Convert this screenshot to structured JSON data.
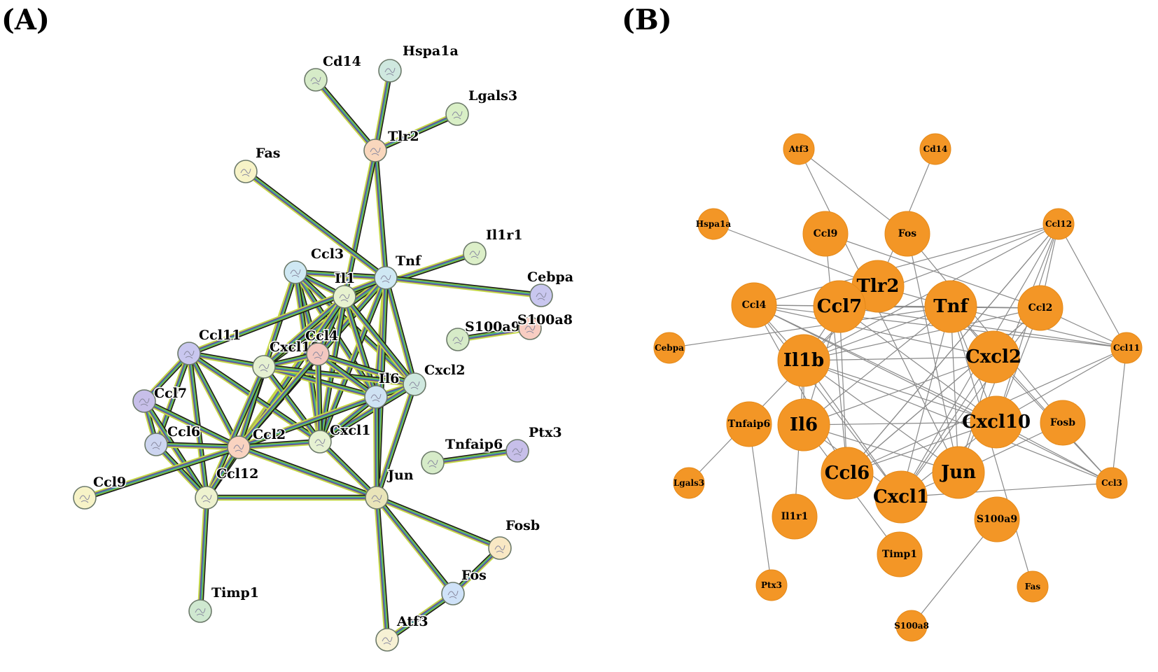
{
  "panels": [
    {
      "id": "A",
      "label": "(A)"
    },
    {
      "id": "B",
      "label": "(B)"
    }
  ],
  "string_network": {
    "nodes": [
      {
        "id": "Cd14",
        "color": "#d6ebc8"
      },
      {
        "id": "Hspa1a",
        "color": "#cfe8df"
      },
      {
        "id": "Lgals3",
        "color": "#d9efc6"
      },
      {
        "id": "Tlr2",
        "color": "#f9d7bd"
      },
      {
        "id": "Fas",
        "color": "#f7f3c7"
      },
      {
        "id": "Il1r1",
        "color": "#dcefc8"
      },
      {
        "id": "Tnf",
        "color": "#cfe8f3"
      },
      {
        "id": "Ccl3",
        "color": "#cfe8f3"
      },
      {
        "id": "Il1b",
        "label": "Il1",
        "color": "#e7f2cf"
      },
      {
        "id": "Cebpa",
        "color": "#c9c7ef"
      },
      {
        "id": "S100a9",
        "color": "#d6ebc8"
      },
      {
        "id": "S100a8",
        "color": "#f8cdc2"
      },
      {
        "id": "Ccl11",
        "color": "#c9c7ef"
      },
      {
        "id": "Cxcl10",
        "color": "#e6f1d2"
      },
      {
        "id": "Ccl4",
        "color": "#f3c7c0"
      },
      {
        "id": "Cxcl2",
        "color": "#cfe8df"
      },
      {
        "id": "Il6",
        "color": "#cfe2f3"
      },
      {
        "id": "Ccl7",
        "color": "#c7bfe9"
      },
      {
        "id": "Ccl6",
        "color": "#cdd5f0"
      },
      {
        "id": "Ccl2",
        "color": "#f9d3c0"
      },
      {
        "id": "Cxcl1",
        "color": "#e6f1d2"
      },
      {
        "id": "Tnfaip6",
        "color": "#d6ebc8"
      },
      {
        "id": "Ptx3",
        "color": "#c7bfe9"
      },
      {
        "id": "Ccl9",
        "color": "#f7f3c7"
      },
      {
        "id": "Ccl12",
        "color": "#eef2cf"
      },
      {
        "id": "Jun",
        "color": "#e9e4b9"
      },
      {
        "id": "Fosb",
        "color": "#f9e8c4"
      },
      {
        "id": "Timp1",
        "color": "#cfe8d0"
      },
      {
        "id": "Fos",
        "color": "#cfe2f8"
      },
      {
        "id": "Atf3",
        "color": "#f7f1d4"
      }
    ],
    "edges": [
      [
        "Cd14",
        "Tlr2"
      ],
      [
        "Hspa1a",
        "Tlr2"
      ],
      [
        "Lgals3",
        "Tlr2"
      ],
      [
        "Tlr2",
        "Tnf"
      ],
      [
        "Tlr2",
        "Il1b"
      ],
      [
        "Fas",
        "Tnf"
      ],
      [
        "Il1r1",
        "Il1b"
      ],
      [
        "Tnf",
        "Cebpa"
      ],
      [
        "Ccl3",
        "Tnf"
      ],
      [
        "Ccl3",
        "Il1b"
      ],
      [
        "Ccl3",
        "Ccl4"
      ],
      [
        "Ccl3",
        "Cxcl10"
      ],
      [
        "Ccl3",
        "Il6"
      ],
      [
        "Ccl3",
        "Cxcl2"
      ],
      [
        "Ccl3",
        "Ccl2"
      ],
      [
        "Ccl3",
        "Cxcl1"
      ],
      [
        "Tnf",
        "Il1b"
      ],
      [
        "Tnf",
        "Cxcl10"
      ],
      [
        "Tnf",
        "Ccl4"
      ],
      [
        "Tnf",
        "Il6"
      ],
      [
        "Tnf",
        "Cxcl2"
      ],
      [
        "Tnf",
        "Ccl2"
      ],
      [
        "Tnf",
        "Cxcl1"
      ],
      [
        "Tnf",
        "Jun"
      ],
      [
        "Tnf",
        "Ccl11"
      ],
      [
        "Il1b",
        "Cxcl10"
      ],
      [
        "Il1b",
        "Ccl4"
      ],
      [
        "Il1b",
        "Il6"
      ],
      [
        "Il1b",
        "Cxcl2"
      ],
      [
        "Il1b",
        "Ccl2"
      ],
      [
        "Il1b",
        "Cxcl1"
      ],
      [
        "Il1b",
        "Ccl12"
      ],
      [
        "S100a9",
        "S100a8"
      ],
      [
        "Ccl11",
        "Cxcl10"
      ],
      [
        "Ccl11",
        "Ccl7"
      ],
      [
        "Ccl11",
        "Ccl6"
      ],
      [
        "Ccl11",
        "Ccl2"
      ],
      [
        "Ccl11",
        "Ccl12"
      ],
      [
        "Ccl11",
        "Cxcl1"
      ],
      [
        "Cxcl10",
        "Ccl4"
      ],
      [
        "Cxcl10",
        "Il6"
      ],
      [
        "Cxcl10",
        "Ccl2"
      ],
      [
        "Cxcl10",
        "Cxcl1"
      ],
      [
        "Cxcl10",
        "Cxcl2"
      ],
      [
        "Cxcl10",
        "Ccl12"
      ],
      [
        "Ccl4",
        "Il6"
      ],
      [
        "Ccl4",
        "Ccl2"
      ],
      [
        "Ccl4",
        "Cxcl1"
      ],
      [
        "Ccl4",
        "Cxcl2"
      ],
      [
        "Cxcl2",
        "Il6"
      ],
      [
        "Cxcl2",
        "Cxcl1"
      ],
      [
        "Cxcl2",
        "Jun"
      ],
      [
        "Il6",
        "Jun"
      ],
      [
        "Il6",
        "Cxcl1"
      ],
      [
        "Il6",
        "Ccl2"
      ],
      [
        "Ccl7",
        "Ccl6"
      ],
      [
        "Ccl7",
        "Ccl2"
      ],
      [
        "Ccl7",
        "Ccl12"
      ],
      [
        "Ccl6",
        "Ccl2"
      ],
      [
        "Ccl6",
        "Ccl12"
      ],
      [
        "Ccl2",
        "Ccl12"
      ],
      [
        "Ccl2",
        "Cxcl1"
      ],
      [
        "Ccl2",
        "Jun"
      ],
      [
        "Ccl2",
        "Ccl9"
      ],
      [
        "Cxcl1",
        "Jun"
      ],
      [
        "Ccl12",
        "Jun"
      ],
      [
        "Ccl12",
        "Timp1"
      ],
      [
        "Tnfaip6",
        "Ptx3"
      ],
      [
        "Jun",
        "Fosb"
      ],
      [
        "Jun",
        "Fos"
      ],
      [
        "Jun",
        "Atf3"
      ],
      [
        "Fos",
        "Fosb"
      ],
      [
        "Fos",
        "Atf3"
      ]
    ]
  },
  "hub_network": {
    "node_color": "#f39626",
    "nodes": [
      {
        "id": "Atf3",
        "rank": "small"
      },
      {
        "id": "Cd14",
        "rank": "small"
      },
      {
        "id": "Hspa1a",
        "rank": "small"
      },
      {
        "id": "Ccl9",
        "rank": "medium"
      },
      {
        "id": "Fos",
        "rank": "medium"
      },
      {
        "id": "Ccl12",
        "rank": "small"
      },
      {
        "id": "Tlr2",
        "rank": "large"
      },
      {
        "id": "Ccl4",
        "rank": "medium"
      },
      {
        "id": "Ccl7",
        "rank": "large"
      },
      {
        "id": "Tnf",
        "rank": "large"
      },
      {
        "id": "Ccl2",
        "rank": "medium"
      },
      {
        "id": "Cebpa",
        "rank": "small"
      },
      {
        "id": "Il1b",
        "rank": "large"
      },
      {
        "id": "Cxcl2",
        "rank": "large"
      },
      {
        "id": "Ccl11",
        "rank": "small"
      },
      {
        "id": "Tnfaip6",
        "rank": "medium"
      },
      {
        "id": "Il6",
        "rank": "large"
      },
      {
        "id": "Cxcl10",
        "rank": "large"
      },
      {
        "id": "Fosb",
        "rank": "medium"
      },
      {
        "id": "Lgals3",
        "rank": "small"
      },
      {
        "id": "Ccl6",
        "rank": "large"
      },
      {
        "id": "Jun",
        "rank": "large"
      },
      {
        "id": "Ccl3",
        "rank": "small"
      },
      {
        "id": "Cxcl1",
        "rank": "large"
      },
      {
        "id": "Il1r1",
        "rank": "medium"
      },
      {
        "id": "S100a9",
        "rank": "medium"
      },
      {
        "id": "Timp1",
        "rank": "medium"
      },
      {
        "id": "Ptx3",
        "rank": "small"
      },
      {
        "id": "Fas",
        "rank": "small"
      },
      {
        "id": "S100a8",
        "rank": "small"
      }
    ],
    "edges": [
      [
        "Atf3",
        "Fos"
      ],
      [
        "Cd14",
        "Tlr2"
      ],
      [
        "Hspa1a",
        "Tlr2"
      ],
      [
        "Fos",
        "Jun"
      ],
      [
        "Fos",
        "Fosb"
      ],
      [
        "Atf3",
        "Jun"
      ],
      [
        "Ccl12",
        "Ccl2"
      ],
      [
        "Ccl12",
        "Ccl7"
      ],
      [
        "Ccl12",
        "Cxcl10"
      ],
      [
        "Ccl12",
        "Il1b"
      ],
      [
        "Ccl12",
        "Ccl6"
      ],
      [
        "Ccl12",
        "Jun"
      ],
      [
        "Tlr2",
        "Tnf"
      ],
      [
        "Tlr2",
        "Il1b"
      ],
      [
        "Tlr2",
        "Lgals3"
      ],
      [
        "Tnf",
        "Cebpa"
      ],
      [
        "Tnf",
        "Fas"
      ],
      [
        "Tnf",
        "Ccl7"
      ],
      [
        "Tnf",
        "Il1b"
      ],
      [
        "Tnf",
        "Il6"
      ],
      [
        "Tnf",
        "Cxcl1"
      ],
      [
        "Tnf",
        "Cxcl2"
      ],
      [
        "Tnf",
        "Cxcl10"
      ],
      [
        "Tnf",
        "Jun"
      ],
      [
        "Tnf",
        "Ccl4"
      ],
      [
        "Tnf",
        "Ccl2"
      ],
      [
        "Tnf",
        "Ccl3"
      ],
      [
        "Tnf",
        "Ccl11"
      ],
      [
        "Ccl7",
        "Il1b"
      ],
      [
        "Ccl7",
        "Il6"
      ],
      [
        "Ccl7",
        "Ccl6"
      ],
      [
        "Ccl7",
        "Cxcl10"
      ],
      [
        "Ccl7",
        "Ccl2"
      ],
      [
        "Ccl7",
        "Ccl11"
      ],
      [
        "Il1b",
        "Il6"
      ],
      [
        "Il1b",
        "Cxcl1"
      ],
      [
        "Il1b",
        "Cxcl2"
      ],
      [
        "Il1b",
        "Cxcl10"
      ],
      [
        "Il1b",
        "Jun"
      ],
      [
        "Il1b",
        "Il1r1"
      ],
      [
        "Il1b",
        "Ccl3"
      ],
      [
        "Il1b",
        "Ccl4"
      ],
      [
        "Il1b",
        "Ccl2"
      ],
      [
        "Il6",
        "Cxcl1"
      ],
      [
        "Il6",
        "Cxcl2"
      ],
      [
        "Il6",
        "Jun"
      ],
      [
        "Il6",
        "Cxcl10"
      ],
      [
        "Il6",
        "Timp1"
      ],
      [
        "Cxcl2",
        "Cxcl1"
      ],
      [
        "Cxcl2",
        "Ccl4"
      ],
      [
        "Cxcl2",
        "Ccl3"
      ],
      [
        "Cxcl2",
        "Jun"
      ],
      [
        "Cxcl10",
        "Cxcl1"
      ],
      [
        "Cxcl10",
        "Ccl11"
      ],
      [
        "Cxcl10",
        "Ccl3"
      ],
      [
        "Cxcl10",
        "Ccl6"
      ],
      [
        "Cxcl10",
        "Ccl4"
      ],
      [
        "Cxcl10",
        "Ccl2"
      ],
      [
        "Jun",
        "Fosb"
      ],
      [
        "Jun",
        "Cxcl1"
      ],
      [
        "Ccl6",
        "Ccl11"
      ],
      [
        "Ccl6",
        "Ccl2"
      ],
      [
        "Ccl9",
        "Ccl2"
      ],
      [
        "Ccl6",
        "Ccl4"
      ],
      [
        "Ccl3",
        "Ccl4"
      ],
      [
        "Ccl3",
        "Ccl11"
      ],
      [
        "Ccl11",
        "Ccl4"
      ],
      [
        "Ccl11",
        "Ccl2"
      ],
      [
        "Ccl4",
        "Cxcl1"
      ],
      [
        "Ccl4",
        "Ccl2"
      ],
      [
        "Ccl2",
        "Cxcl1"
      ],
      [
        "Cxcl1",
        "Ccl3"
      ],
      [
        "Tnfaip6",
        "Ptx3"
      ],
      [
        "S100a9",
        "S100a8"
      ],
      [
        "Ccl9",
        "Ccl6"
      ],
      [
        "Ccl12",
        "Ccl11"
      ],
      [
        "Ccl12",
        "Ccl4"
      ],
      [
        "Ccl12",
        "Cxcl1"
      ],
      [
        "Ccl12",
        "Ccl6"
      ],
      [
        "Ccl2",
        "Ccl6"
      ]
    ]
  }
}
